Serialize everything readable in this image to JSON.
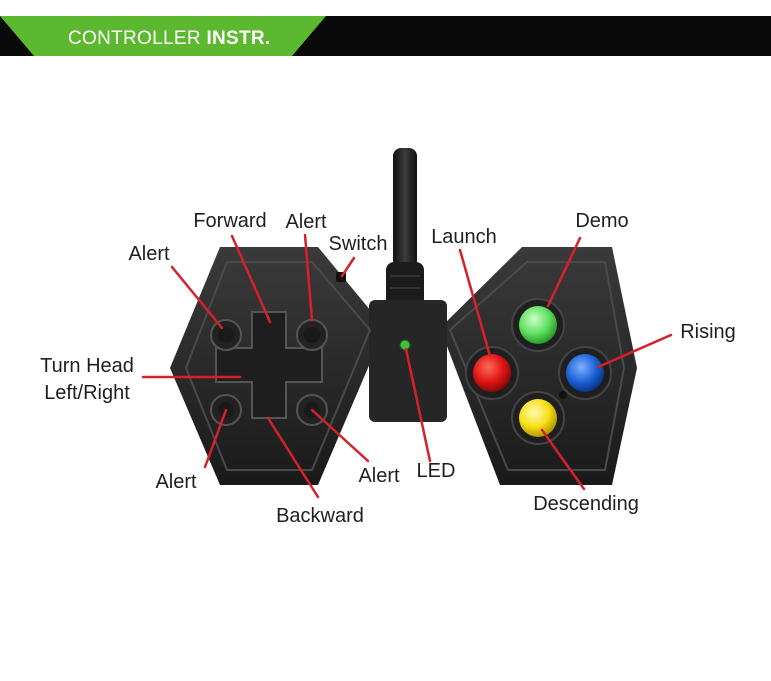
{
  "banner": {
    "title_light": "CONTROLLER",
    "title_bold": "INSTR.",
    "accent_color": "#5cb82e",
    "bar_color": "#0a0a0a"
  },
  "callouts": {
    "forward": "Forward",
    "alert_top_center": "Alert",
    "alert_top_left": "Alert",
    "switch": "Switch",
    "launch": "Launch",
    "demo": "Demo",
    "rising": "Rising",
    "turn_head_line1": "Turn Head",
    "turn_head_line2": "Left/Right",
    "alert_bottom_left": "Alert",
    "alert_bottom_right": "Alert",
    "led": "LED",
    "backward": "Backward",
    "descending": "Descending"
  },
  "colors": {
    "leader_line": "#d6202a",
    "body": "#2a2a2a",
    "button_red": "#e01515",
    "button_green": "#5fe05f",
    "button_blue": "#1c63d8",
    "button_yellow": "#f7df16",
    "led": "#3fc23a"
  }
}
